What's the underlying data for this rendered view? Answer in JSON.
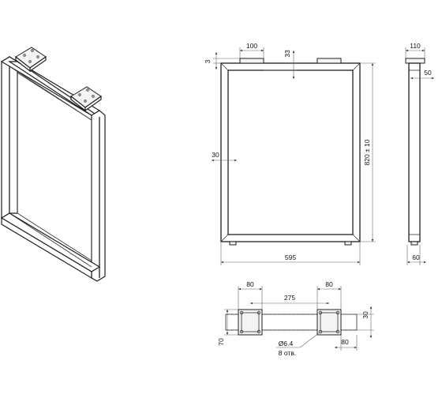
{
  "dimensions": {
    "top_plate_width": "100",
    "top_offset": "33",
    "top_gap": "3",
    "tube_wall": "30",
    "height": "820 ± 10",
    "width": "595",
    "side_depth": "110",
    "side_tube": "50",
    "side_base": "60",
    "plate_width_left": "80",
    "plate_width_right": "80",
    "hole_spacing": "275",
    "plate_height": "30",
    "plate_depth": "70",
    "plate_bottom": "80",
    "hole_diameter": "Ø6.4",
    "hole_count": "8 отв."
  }
}
